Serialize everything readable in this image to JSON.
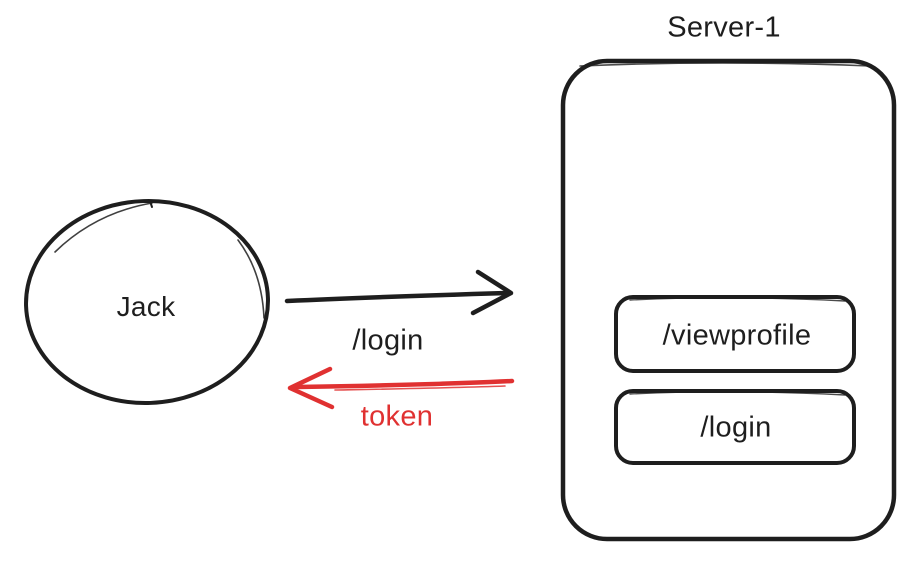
{
  "diagram": {
    "background": "#ffffff",
    "ink_color": "#1e1e1e",
    "accent_color": "#e03131",
    "actor": {
      "label": "Jack"
    },
    "request_arrow": {
      "label": "/login",
      "direction": "right",
      "color": "#1e1e1e"
    },
    "response_arrow": {
      "label": "token",
      "direction": "left",
      "color": "#e03131"
    },
    "server": {
      "title": "Server-1",
      "endpoints": [
        {
          "label": "/viewprofile"
        },
        {
          "label": "/login"
        }
      ]
    }
  }
}
